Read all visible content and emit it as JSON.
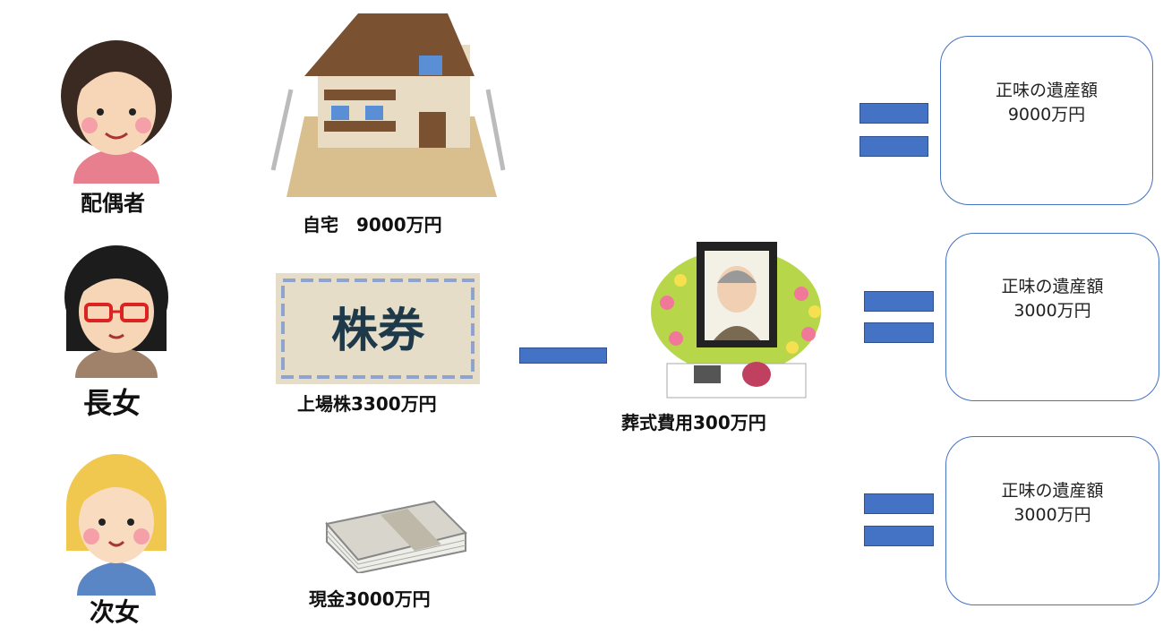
{
  "people": [
    {
      "label": "配偶者"
    },
    {
      "label": "長女"
    },
    {
      "label": "次女"
    }
  ],
  "assets": [
    {
      "label": "自宅　9000万円",
      "icon": "house-icon"
    },
    {
      "label": "上場株3300万円",
      "icon": "stock-certificate-icon",
      "certificate_text": "株券"
    },
    {
      "label": "現金3000万円",
      "icon": "cash-bundle-icon"
    }
  ],
  "deduction": {
    "label": "葬式費用300万円",
    "icon": "funeral-altar-icon",
    "operator": "minus"
  },
  "results": [
    {
      "title": "正味の遺産額",
      "amount": "9000万円"
    },
    {
      "title": "正味の遺産額",
      "amount": "3000万円"
    },
    {
      "title": "正味の遺産額",
      "amount": "3000万円"
    }
  ],
  "colors": {
    "accent": "#4472c4"
  }
}
